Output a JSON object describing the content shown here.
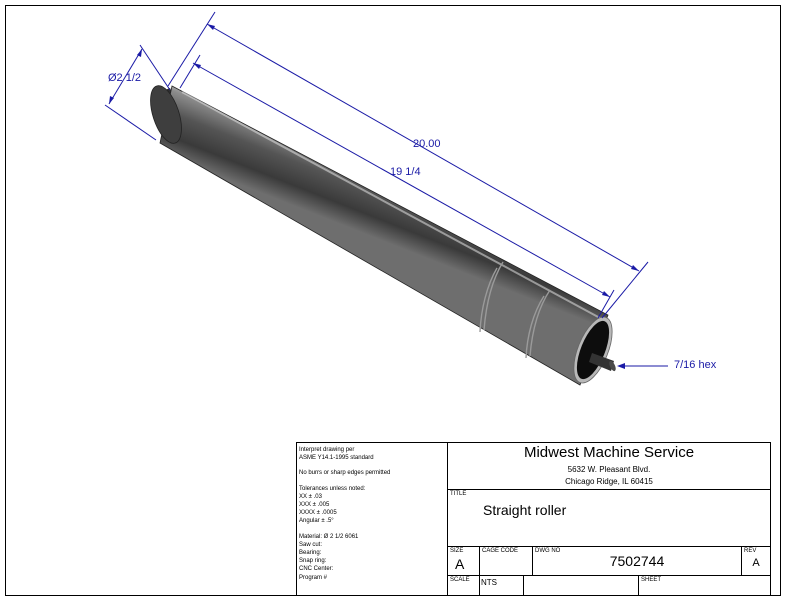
{
  "part": {
    "dim_overall": "20.00",
    "dim_tube": "19 1/4",
    "dim_diameter": "Ø2 1/2",
    "hex_callout": "7/16 hex"
  },
  "notes": {
    "interpret_line1": "Interpret drawing per",
    "interpret_line2": "ASME Y14.1-1995 standard",
    "burrs": "No burrs or sharp edges permitted",
    "tolerances_header": "Tolerances unless noted:",
    "tol_xx": "XX ± .03",
    "tol_xxx": "XXX ± .005",
    "tol_xxxx": "XXXX ± .0005",
    "tol_angular": "Angular ± .5°",
    "material": "Material: Ø 2 1/2  6061",
    "saw_cut": "Saw cut:",
    "bearing": "Bearing:",
    "snap_ring": "Snap ring:",
    "cnc_center": "CNC Center:",
    "program": "Program #"
  },
  "title_block": {
    "company": "Midwest Machine Service",
    "address_line1": "5632 W. Pleasant Blvd.",
    "address_line2": "Chicago Ridge, IL 60415",
    "title_label": "TITLE",
    "title": "Straight roller",
    "size_label": "SIZE",
    "size": "A",
    "cage_code_label": "CAGE CODE",
    "dwg_no_label": "DWG NO",
    "dwg_no": "7502744",
    "rev_label": "REV",
    "rev": "A",
    "scale_label": "SCALE",
    "scale": "NTS",
    "sheet_label": "SHEET"
  }
}
